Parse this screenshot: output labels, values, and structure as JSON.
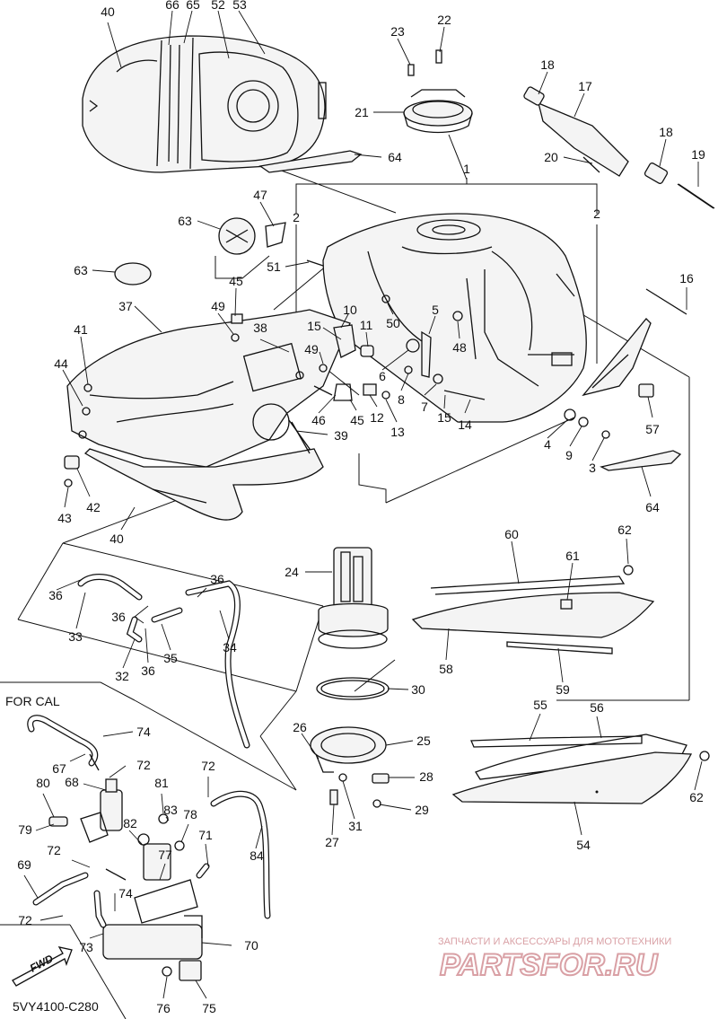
{
  "diagram": {
    "section_label": "FOR CAL",
    "diagram_code": "5VY4100-C280",
    "fwd_label": "FWD",
    "watermark": {
      "tagline": "ЗАПЧАСТИ И АКСЕССУАРЫ ДЛЯ МОТОТЕХНИКИ",
      "brand": "PARTSFOR.RU"
    },
    "callouts": [
      {
        "n": "40"
      },
      {
        "n": "66"
      },
      {
        "n": "65"
      },
      {
        "n": "52"
      },
      {
        "n": "53"
      },
      {
        "n": "23"
      },
      {
        "n": "22"
      },
      {
        "n": "21"
      },
      {
        "n": "18"
      },
      {
        "n": "17"
      },
      {
        "n": "18"
      },
      {
        "n": "20"
      },
      {
        "n": "19"
      },
      {
        "n": "64"
      },
      {
        "n": "1"
      },
      {
        "n": "2"
      },
      {
        "n": "2"
      },
      {
        "n": "47"
      },
      {
        "n": "63"
      },
      {
        "n": "51"
      },
      {
        "n": "63"
      },
      {
        "n": "45"
      },
      {
        "n": "16"
      },
      {
        "n": "37"
      },
      {
        "n": "49"
      },
      {
        "n": "10"
      },
      {
        "n": "5"
      },
      {
        "n": "15"
      },
      {
        "n": "11"
      },
      {
        "n": "50"
      },
      {
        "n": "48"
      },
      {
        "n": "38"
      },
      {
        "n": "41"
      },
      {
        "n": "49"
      },
      {
        "n": "6"
      },
      {
        "n": "44"
      },
      {
        "n": "8"
      },
      {
        "n": "7"
      },
      {
        "n": "12"
      },
      {
        "n": "15"
      },
      {
        "n": "14"
      },
      {
        "n": "46"
      },
      {
        "n": "45"
      },
      {
        "n": "13"
      },
      {
        "n": "39"
      },
      {
        "n": "57"
      },
      {
        "n": "4"
      },
      {
        "n": "9"
      },
      {
        "n": "3"
      },
      {
        "n": "64"
      },
      {
        "n": "42"
      },
      {
        "n": "43"
      },
      {
        "n": "40"
      },
      {
        "n": "62"
      },
      {
        "n": "60"
      },
      {
        "n": "61"
      },
      {
        "n": "36"
      },
      {
        "n": "36"
      },
      {
        "n": "24"
      },
      {
        "n": "36"
      },
      {
        "n": "33"
      },
      {
        "n": "34"
      },
      {
        "n": "36"
      },
      {
        "n": "35"
      },
      {
        "n": "32"
      },
      {
        "n": "58"
      },
      {
        "n": "59"
      },
      {
        "n": "30"
      },
      {
        "n": "74"
      },
      {
        "n": "55"
      },
      {
        "n": "56"
      },
      {
        "n": "26"
      },
      {
        "n": "25"
      },
      {
        "n": "67"
      },
      {
        "n": "72"
      },
      {
        "n": "72"
      },
      {
        "n": "28"
      },
      {
        "n": "62"
      },
      {
        "n": "68"
      },
      {
        "n": "80"
      },
      {
        "n": "81"
      },
      {
        "n": "29"
      },
      {
        "n": "83"
      },
      {
        "n": "78"
      },
      {
        "n": "84"
      },
      {
        "n": "79"
      },
      {
        "n": "82"
      },
      {
        "n": "31"
      },
      {
        "n": "27"
      },
      {
        "n": "54"
      },
      {
        "n": "71"
      },
      {
        "n": "77"
      },
      {
        "n": "72"
      },
      {
        "n": "69"
      },
      {
        "n": "74"
      },
      {
        "n": "72"
      },
      {
        "n": "73"
      },
      {
        "n": "70"
      },
      {
        "n": "76"
      },
      {
        "n": "75"
      }
    ]
  }
}
